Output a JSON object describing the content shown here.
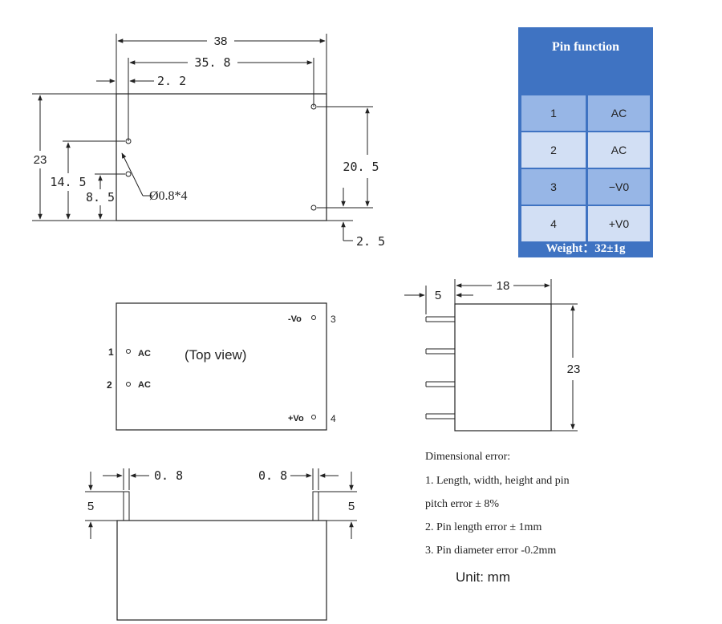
{
  "top_view_drawing": {
    "dim_overall_length": "38",
    "dim_pin_span": "35. 8",
    "dim_edge_offset": "2. 2",
    "dim_height": "23",
    "dim_pin1_height": "14. 5",
    "dim_pin2_height": "8. 5",
    "dim_hole_diameter": "Ø0.8*4",
    "dim_right_pin_spacing": "20. 5",
    "dim_right_edge_offset": "2. 5"
  },
  "pin_table": {
    "title": "Pin function",
    "rows": [
      {
        "pin": "1",
        "function": "AC"
      },
      {
        "pin": "2",
        "function": "AC"
      },
      {
        "pin": "3",
        "function": "−V0"
      },
      {
        "pin": "4",
        "function": "+V0"
      }
    ],
    "weight": "Weight：32±1g",
    "colors": {
      "header": "#3f73c2",
      "row_dark": "#97b6e6",
      "row_light": "#d2dff4"
    }
  },
  "label_view": {
    "caption": "(Top view)",
    "pin1_number": "1",
    "pin1_label": "AC",
    "pin2_number": "2",
    "pin2_label": "AC",
    "pin3_number": "3",
    "pin3_label": "-Vo",
    "pin4_number": "4",
    "pin4_label": "+Vo"
  },
  "side_view": {
    "dim_pin_length": "5",
    "dim_depth": "18",
    "dim_height": "23"
  },
  "front_view": {
    "dim_pin_width_left": "0. 8",
    "dim_pin_width_right": "0. 8",
    "dim_pin_length_left": "5",
    "dim_pin_length_right": "5"
  },
  "notes": {
    "heading": "Dimensional error:",
    "line1": "1. Length, width, height and pin",
    "line2": "pitch error ± 8%",
    "line3": "2. Pin length error ± 1mm",
    "line4": "3. Pin diameter error -0.2mm",
    "unit": "Unit: mm"
  }
}
